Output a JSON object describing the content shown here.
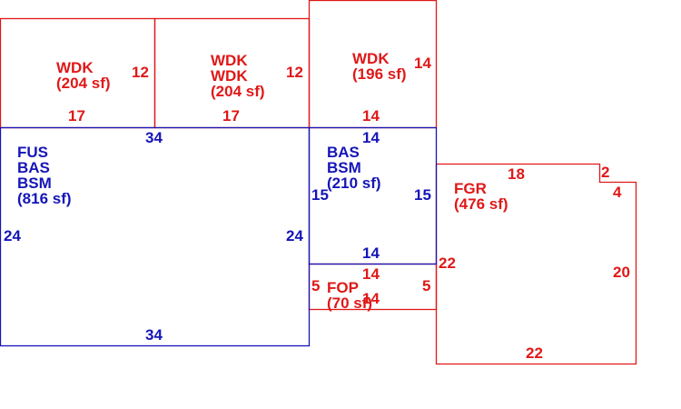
{
  "colors": {
    "deck": "#e01818",
    "living": "#1515b8"
  },
  "areas": {
    "wdk_left": {
      "lines": [
        "WDK",
        "(204 sf)"
      ],
      "dims": [
        "12",
        "17"
      ]
    },
    "wdk_mid": {
      "lines": [
        "WDK",
        "WDK",
        "(204 sf)"
      ],
      "dims": [
        "12",
        "17"
      ]
    },
    "wdk_right": {
      "lines": [
        "WDK",
        "(196 sf)"
      ],
      "dims": [
        "14",
        "14"
      ]
    },
    "main": {
      "lines": [
        "FUS",
        "BAS",
        "BSM",
        "(816 sf)"
      ],
      "dims": [
        "34",
        "24",
        "24",
        "34"
      ]
    },
    "bas_right": {
      "lines": [
        "BAS",
        "BSM",
        "(210 sf)"
      ],
      "dims": [
        "14",
        "15",
        "15",
        "14"
      ]
    },
    "fop": {
      "lines": [
        "FOP",
        "(70 sf)"
      ],
      "dims": [
        "14",
        "5",
        "5",
        "14"
      ]
    },
    "fgr": {
      "lines": [
        "FGR",
        "(476 sf)"
      ],
      "dims": [
        "18",
        "2",
        "4",
        "22",
        "20",
        "22"
      ]
    }
  }
}
